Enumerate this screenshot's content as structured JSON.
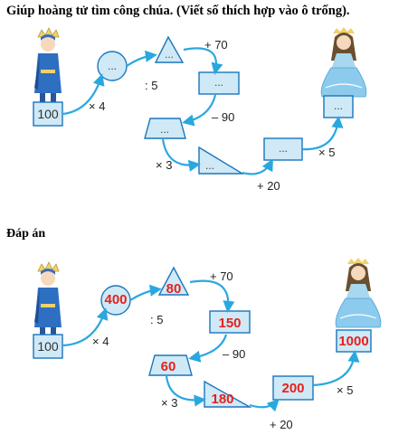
{
  "title": "Giúp hoàng tử tìm công chúa. (Viết số thích hợp vào ô trống).",
  "answer_heading": "Đáp án",
  "blank": "...",
  "start_value": "100",
  "ops": {
    "mul4": "× 4",
    "div5": ": 5",
    "add70": "+ 70",
    "sub90": "– 90",
    "mul3": "× 3",
    "add20": "+ 20",
    "mul5": "× 5"
  },
  "answers": {
    "circle": "400",
    "triangle": "80",
    "rect1": "150",
    "trapezoid": "60",
    "right_triangle": "180",
    "rect2": "200",
    "final": "1000"
  },
  "colors": {
    "answer": "#e8201c",
    "shape_fill": "#cfe9f7",
    "arrow": "#29a8e0"
  }
}
